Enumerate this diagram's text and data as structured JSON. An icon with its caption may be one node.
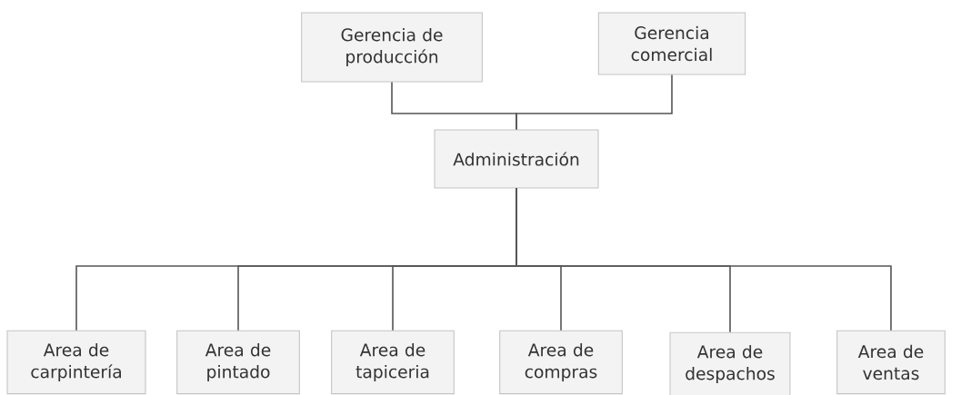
{
  "diagram": {
    "nodes": [
      {
        "text": [
          "Gerencia de producción"
        ]
      },
      {
        "text": [
          "Gerencia comercial"
        ]
      },
      {
        "text": [
          "Administración"
        ]
      },
      {
        "text": [
          "Area de carpintería"
        ]
      },
      {
        "text": [
          "Area de pintado"
        ]
      },
      {
        "text": [
          "Area de tapiceria"
        ]
      },
      {
        "text": [
          "Area de compras"
        ]
      },
      {
        "text": [
          "Area de despachos"
        ]
      },
      {
        "text": [
          "Area de ventas"
        ]
      }
    ],
    "edges": [
      {
        "from": 0,
        "to": 2,
        "arrow": "none"
      },
      {
        "from": 1,
        "to": 2,
        "arrow": "none"
      },
      {
        "from": 2,
        "to": 3,
        "arrow": "none"
      },
      {
        "from": 2,
        "to": 4,
        "arrow": "none"
      },
      {
        "from": 2,
        "to": 5,
        "arrow": "none"
      },
      {
        "from": 2,
        "to": 6,
        "arrow": "none"
      },
      {
        "from": 2,
        "to": 7,
        "arrow": "none"
      },
      {
        "from": 2,
        "to": 8,
        "arrow": "none"
      }
    ]
  }
}
